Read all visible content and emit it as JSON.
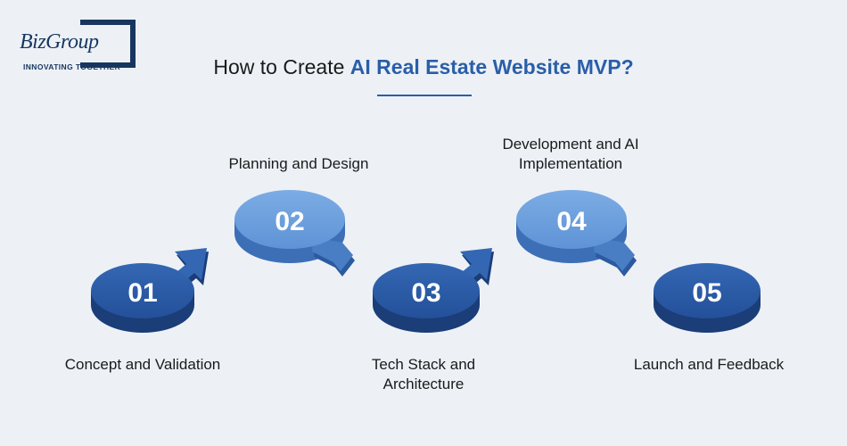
{
  "logo": {
    "brand": "BizGroup",
    "tagline": "INNOVATING TOGETHER"
  },
  "title": {
    "prefix": "How to Create ",
    "highlight": "AI Real Estate Website MVP?"
  },
  "steps": [
    {
      "number": "01",
      "label": "Concept and Validation"
    },
    {
      "number": "02",
      "label": "Planning and Design"
    },
    {
      "number": "03",
      "label": "Tech Stack and Architecture"
    },
    {
      "number": "04",
      "label": "Development and AI Implementation"
    },
    {
      "number": "05",
      "label": "Launch and Feedback"
    }
  ],
  "colors": {
    "dark": "#2a5aa3",
    "light": "#6a9fdc",
    "accent": "#2a5ea8"
  }
}
